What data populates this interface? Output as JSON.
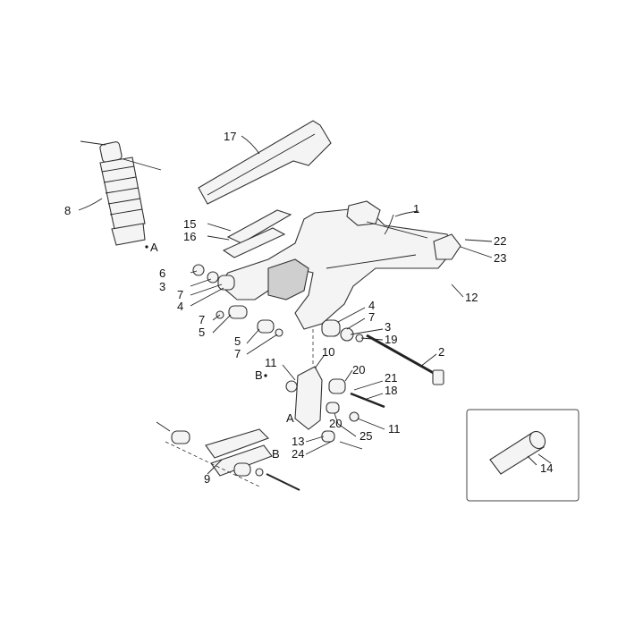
{
  "callouts": {
    "c1": "1",
    "c2": "2",
    "c3a": "3",
    "c3b": "3",
    "c4a": "4",
    "c4b": "4",
    "c5a": "5",
    "c5b": "5",
    "c6": "6",
    "c7a": "7",
    "c7b": "7",
    "c7c": "7",
    "c7d": "7",
    "c8": "8",
    "c9": "9",
    "c10": "10",
    "c11a": "11",
    "c11b": "11",
    "c12": "12",
    "c13": "13",
    "c14": "14",
    "c15": "15",
    "c16": "16",
    "c17": "17",
    "c18": "18",
    "c19": "19",
    "c20a": "20",
    "c20b": "20",
    "c21": "21",
    "c22": "22",
    "c23": "23",
    "c24": "24",
    "c25": "25"
  },
  "refs": {
    "a_shock": "A",
    "a_link": "A",
    "b_link": "B",
    "b_rod": "B"
  },
  "icons": {
    "swingarm": "swingarm-icon",
    "shock": "shock-absorber-icon",
    "chain_guard": "chain-guard-icon",
    "tool": "tool-icon"
  }
}
